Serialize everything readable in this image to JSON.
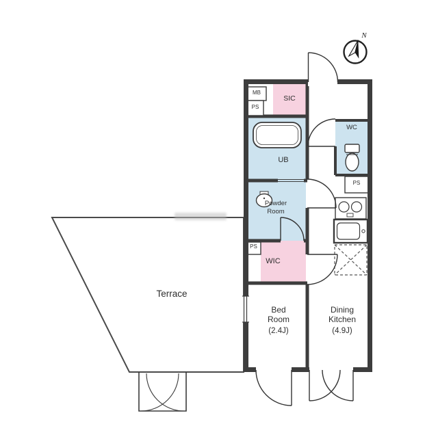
{
  "compass": {
    "north": "N"
  },
  "rooms": {
    "terrace": "Terrace",
    "bedroom": {
      "name": "Bed Room",
      "area": "(2.4J)"
    },
    "dining_kitchen": {
      "name": "Dining Kitchen",
      "area": "(4.9J)"
    },
    "unit_bath": "UB",
    "powder_room": "Powder Room",
    "wic": "WIC",
    "sic": "SIC",
    "wc": "WC"
  },
  "utilities": {
    "meter_box": "MB",
    "pipe_space": "PS"
  },
  "icons": [
    "bathtub-icon",
    "washbasin-icon",
    "toilet-icon",
    "stove-icon",
    "kitchen-sink-icon",
    "refrigerator-space-icon",
    "compass-icon"
  ],
  "colors": {
    "wall": "#3d3d3d",
    "wet_area_fill": "#cde3ef",
    "closet_fill": "#f7d2e0"
  }
}
